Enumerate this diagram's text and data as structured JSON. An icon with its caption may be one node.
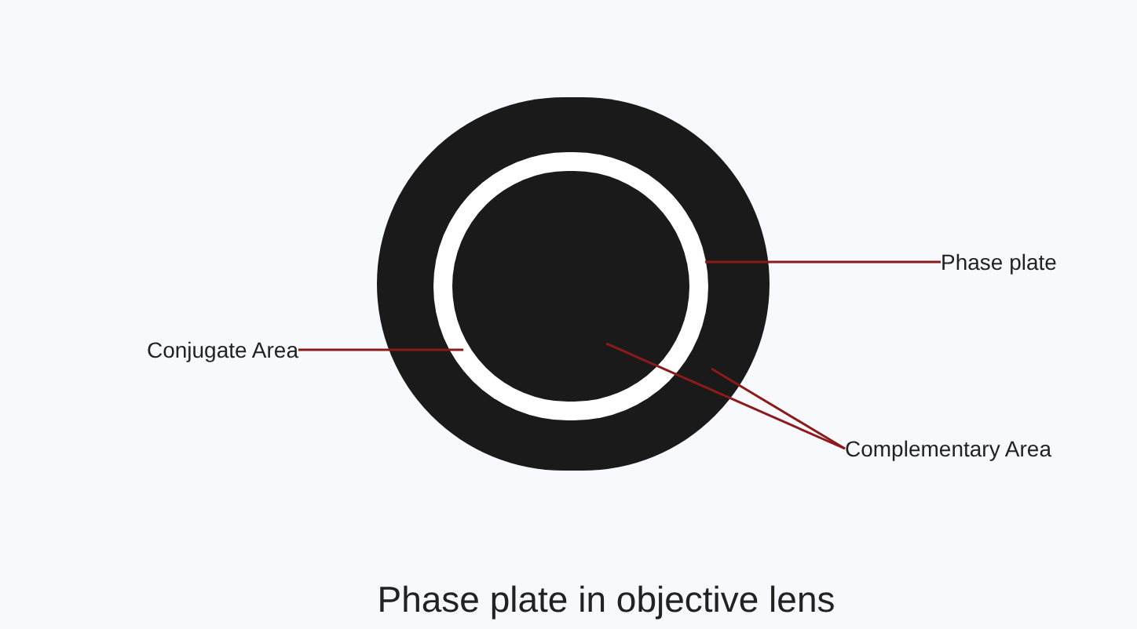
{
  "diagram": {
    "title": "Phase plate in objective lens",
    "nodes": [
      {
        "text": [],
        "shape": "circle"
      },
      {
        "text": [],
        "shape": "ring",
        "in": 0
      },
      {
        "text": [],
        "shape": "circle",
        "in": 1
      },
      {
        "text": [
          "Phase plate"
        ]
      },
      {
        "text": [
          "Conjugate Area"
        ]
      },
      {
        "text": [
          "Complementary Area"
        ]
      }
    ],
    "edges": [
      {
        "from": 3,
        "to": 0,
        "arrow": "none"
      },
      {
        "from": 4,
        "to": 1,
        "arrow": "none"
      },
      {
        "from": 5,
        "to": 2,
        "arrow": "none"
      },
      {
        "from": 5,
        "to": 0,
        "arrow": "none"
      }
    ]
  }
}
